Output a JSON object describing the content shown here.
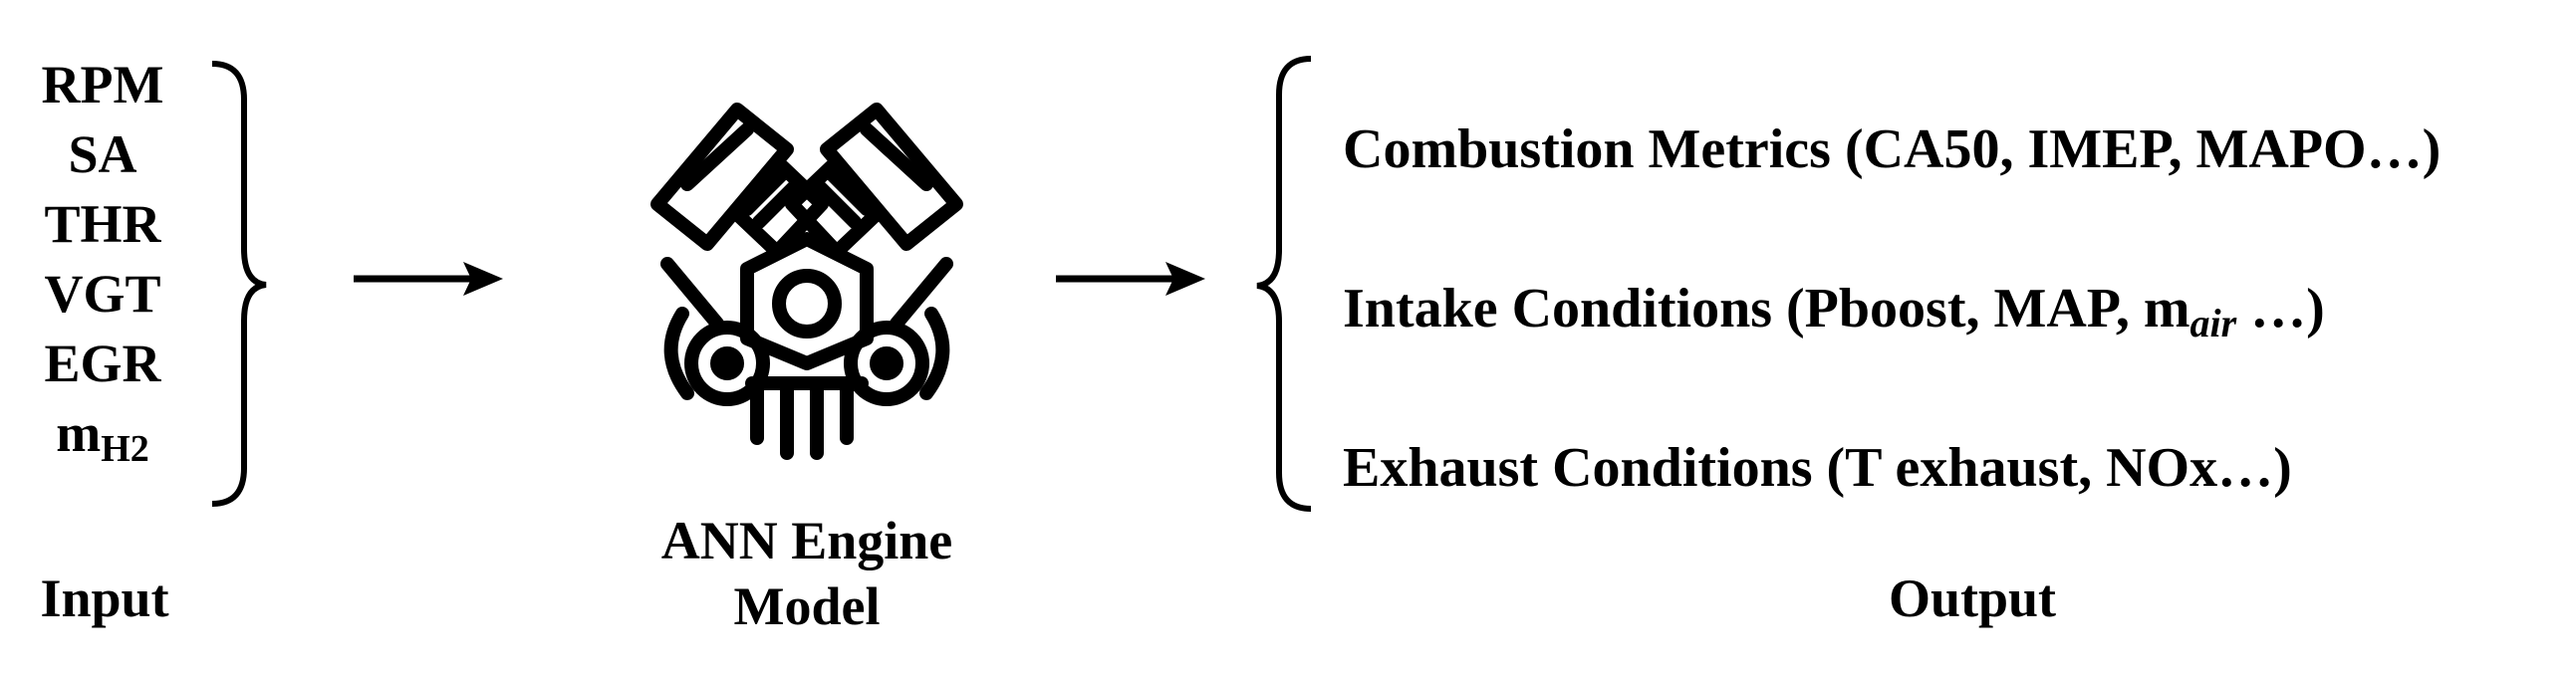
{
  "inputs": {
    "items": [
      {
        "text": "RPM",
        "sub": ""
      },
      {
        "text": "SA",
        "sub": ""
      },
      {
        "text": "THR",
        "sub": ""
      },
      {
        "text": "VGT",
        "sub": ""
      },
      {
        "text": "EGR",
        "sub": ""
      },
      {
        "text": "m",
        "sub": "H2"
      }
    ],
    "label": "Input"
  },
  "model": {
    "icon": "engine-icon",
    "label_line1": "ANN Engine",
    "label_line2": "Model"
  },
  "outputs": {
    "items": [
      {
        "text": "Combustion Metrics (CA50, IMEP, MAPO…)"
      },
      {
        "pre": "Intake Conditions (Pboost, MAP, m",
        "sub": "air",
        "post": " …)"
      },
      {
        "text": "Exhaust Conditions (T exhaust, NOx…)"
      }
    ],
    "label": "Output"
  }
}
